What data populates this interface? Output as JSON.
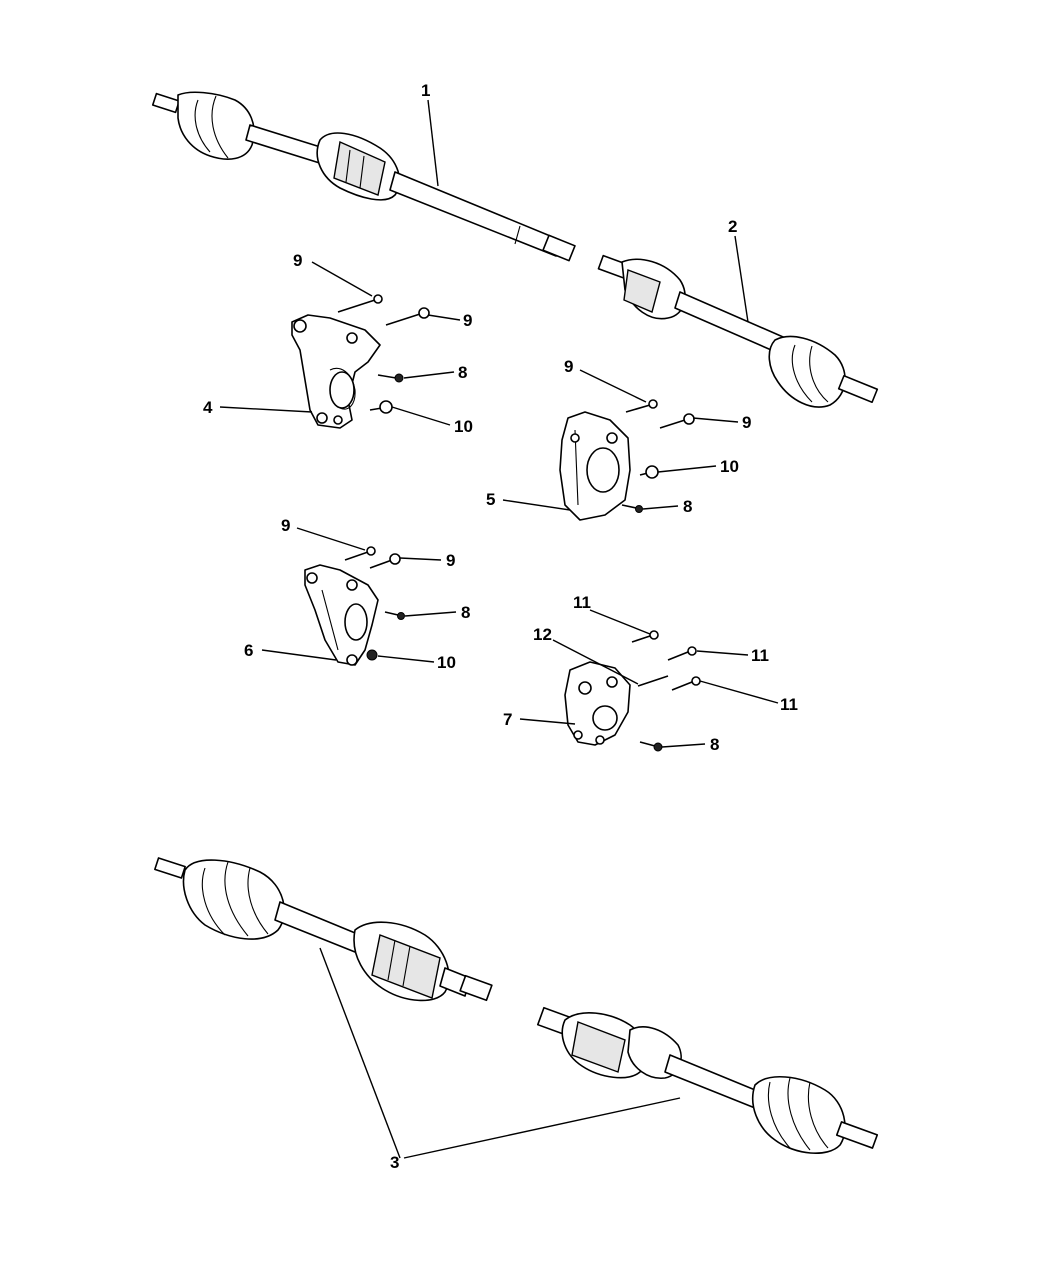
{
  "colors": {
    "line": "#000000",
    "background": "#ffffff",
    "shade": "#e6e6e6"
  },
  "callouts": {
    "c1": "1",
    "c2": "2",
    "c3": "3",
    "c4": "4",
    "c5": "5",
    "c6": "6",
    "c7": "7",
    "c8": "8",
    "c9": "9",
    "c10": "10",
    "c11": "11",
    "c12": "12"
  }
}
